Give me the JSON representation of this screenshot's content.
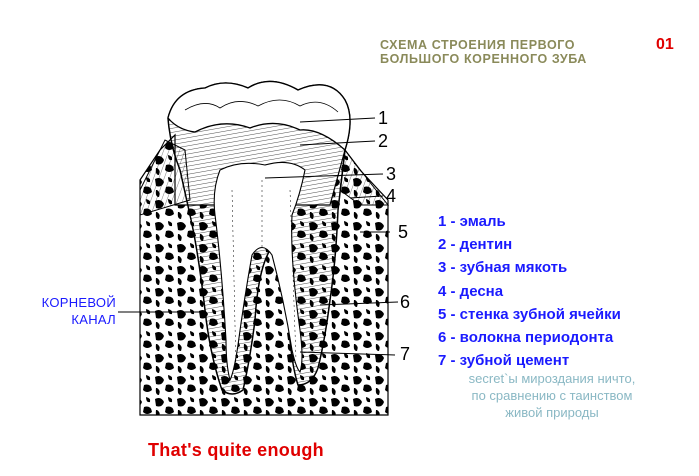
{
  "title": {
    "line1": "СХЕМА СТРОЕНИЯ ПЕРВОГО",
    "line2": "БОЛЬШОГО КОРЕННОГО ЗУБА"
  },
  "page_number": "01",
  "pointer_numbers": [
    "1",
    "2",
    "3",
    "4",
    "5",
    "6",
    "7"
  ],
  "legend": [
    "1 - эмаль",
    "2 - дентин",
    "3 - зубная мякоть",
    "4 - десна",
    "5 - стенка зубной ячейки",
    "6 - волокна периодонта",
    "7 - зубной цемент"
  ],
  "root_canal_label": {
    "line1": "КОРНЕВОЙ",
    "line2": "КАНАЛ"
  },
  "quote": {
    "line1": "secret`ы мироздания ничто,",
    "line2": "по сравнению с таинством",
    "line3": "живой природы"
  },
  "footer": "That's quite enough",
  "colors": {
    "title": "#8a8a5a",
    "page_number": "#e00000",
    "legend": "#1a1aff",
    "quote": "#8ab8c4",
    "footer": "#e00000"
  }
}
